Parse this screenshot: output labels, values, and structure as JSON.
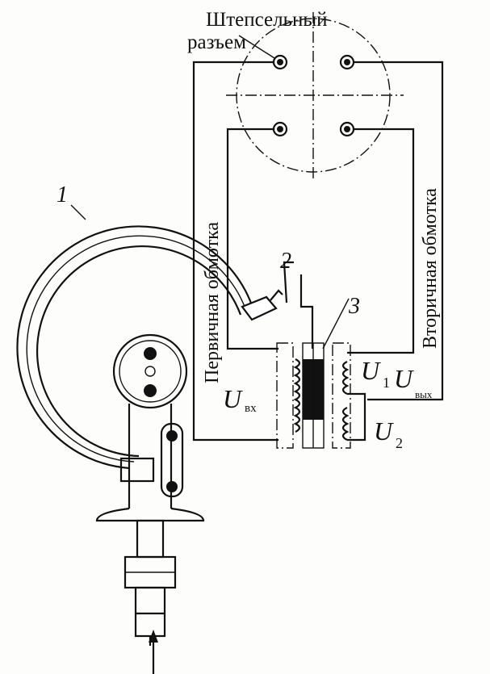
{
  "labels": {
    "connector_line1": "Штепсельный",
    "connector_line2": "разъем",
    "part1": "1",
    "part2": "2",
    "part3": "3",
    "primary_winding": "Первичная обмотка",
    "secondary_winding": "Вторичная обмотка",
    "u_in": "U",
    "u_in_sub": "вх",
    "u1": "U",
    "u1_sub": "1",
    "u_out": "U",
    "u_out_sub": "вых",
    "u2": "U",
    "u2_sub": "2"
  }
}
